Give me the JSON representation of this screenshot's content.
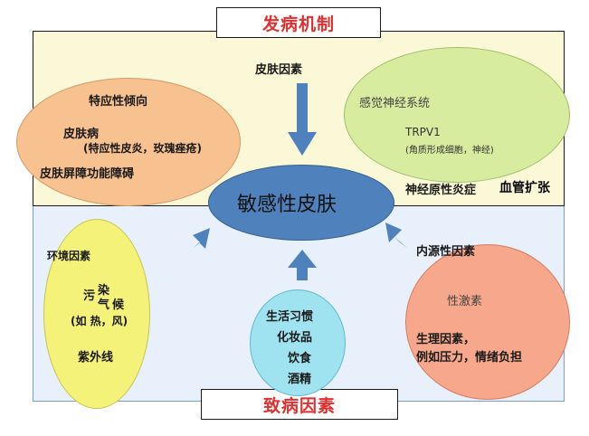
{
  "title_top": "发病机制",
  "title_bottom": "致病因素",
  "center": "敏感性皮肤",
  "top_factor": "皮肤因素",
  "atopic": {
    "heading": "特应性倾向",
    "line1": "皮肤病",
    "line2": "(特应性皮炎，玫瑰痤疮)",
    "line3": "皮肤屏障功能障碍"
  },
  "sensory": {
    "heading": "感觉神经系统",
    "line1": "TRPV1",
    "line2": "(角质形成细胞，神经)"
  },
  "neuro_label": "神经原性炎症",
  "vaso_label": "血管扩张",
  "env": {
    "heading": "环境因素",
    "w1": "污",
    "w2": "染",
    "w3": "气",
    "w4": "候",
    "line2": "(如 热，风)",
    "line3": "紫外线"
  },
  "lifestyle": {
    "l1": "生活习惯",
    "l2": "化妆品",
    "l3": "饮食",
    "l4": "酒精"
  },
  "endo": {
    "heading": "内源性因素",
    "line1": "性激素",
    "line2": "生理因素，",
    "line3": "例如压力，情绪负担"
  },
  "colors": {
    "title_red": "#e03030",
    "panel_top": "#fbf8d8",
    "panel_bottom": "#e7f0fb",
    "center_fill": "#4f81bd",
    "atopic_fill": "#f7c190",
    "sensory_fill": "#d8ec9f",
    "env_fill": "#f5f27a",
    "lifestyle_fill": "#9fe3f0",
    "endo_fill": "#f7a78b",
    "arrow": "#4f81bd"
  }
}
